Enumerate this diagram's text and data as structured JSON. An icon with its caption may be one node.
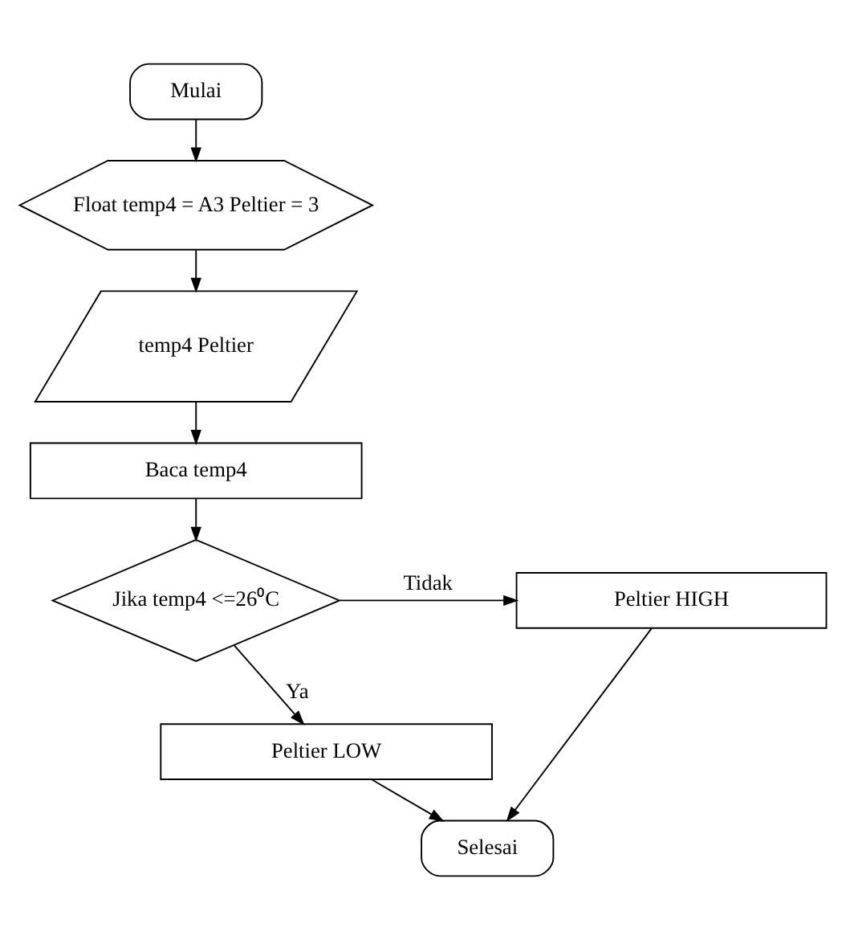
{
  "diagram": {
    "nodes": [
      {
        "text": [
          "Mulai"
        ]
      },
      {
        "text": [
          "Float temp4 = A3 Peltier = 3"
        ]
      },
      {
        "text": [
          "temp4 Peltier"
        ]
      },
      {
        "text": [
          "Baca temp4"
        ]
      },
      {
        "text": [
          "Jika temp4 <=26⁰C"
        ]
      },
      {
        "text": [
          "Peltier HIGH"
        ]
      },
      {
        "text": [
          "Peltier LOW"
        ]
      },
      {
        "text": [
          "Selesai"
        ]
      }
    ],
    "edges": [
      {
        "from": 0,
        "to": 1,
        "arrow": "to"
      },
      {
        "from": 1,
        "to": 2,
        "arrow": "to"
      },
      {
        "from": 2,
        "to": 3,
        "arrow": "to"
      },
      {
        "from": 3,
        "to": 4,
        "arrow": "to"
      },
      {
        "from": 4,
        "to": 5,
        "arrow": "to",
        "label": "Tidak"
      },
      {
        "from": 4,
        "to": 6,
        "arrow": "to",
        "label": "Ya"
      },
      {
        "from": 6,
        "to": 7,
        "arrow": "to"
      },
      {
        "from": 5,
        "to": 7,
        "arrow": "to"
      }
    ]
  }
}
